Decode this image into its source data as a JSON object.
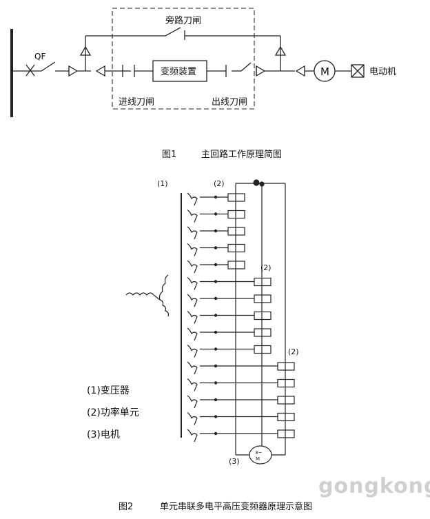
{
  "fig1": {
    "qf": "QF",
    "bypass_switch": "旁路刀闸",
    "converter": "变频装置",
    "input_switch": "进线刀闸",
    "output_switch": "出线刀闸",
    "motor_symbol": "M",
    "motor_label": "电动机",
    "caption_num": "图1",
    "caption_text": "主回路工作原理简图"
  },
  "fig2": {
    "label_1": "(1)",
    "label_2": "(2)",
    "label_3": "(3)",
    "motor_symbol_top": "3~",
    "motor_symbol_bottom": "M",
    "legend": [
      "(1)变压器",
      "(2)功率单元",
      "(3)电机"
    ],
    "caption_num": "图2",
    "caption_text": "单元串联多电平高压变频器原理示意图"
  },
  "watermark": "gongkong"
}
